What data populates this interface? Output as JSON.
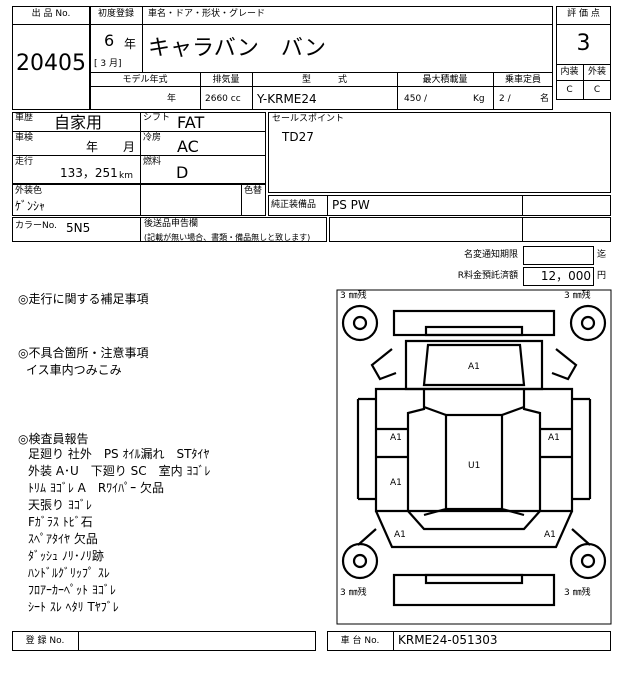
{
  "header": {
    "lot_label": "出 品 No.",
    "lot_number": "20405",
    "first_reg_label": "初度登録",
    "year": "6",
    "year_unit": "年",
    "month_text": "[ 3 月]",
    "name_label": "車名・ドア・形状・グレード",
    "car_name": "キャラバン　バン",
    "score_label": "評 価 点",
    "score": "3",
    "interior_label": "内装",
    "exterior_label": "外装",
    "interior_grade": "C",
    "exterior_grade": "C"
  },
  "specs": {
    "model_year_label": "モデル年式",
    "model_year_unit": "年",
    "displacement_label": "排気量",
    "displacement": "2660 cc",
    "type_label": "型　　　式",
    "type": "Y-KRME24",
    "max_load_label": "最大積載量",
    "max_load": "450 /",
    "max_load_unit": "Kg",
    "capacity_label": "乗車定員",
    "capacity": "2 /",
    "capacity_unit": "名"
  },
  "details": {
    "history_label": "車歴",
    "history": "自家用",
    "shift_label": "シフト",
    "shift": "FAT",
    "inspection_label": "車検",
    "inspection_year": "年",
    "inspection_month": "月",
    "ac_label": "冷房",
    "ac": "AC",
    "mileage_label": "走行",
    "mileage": "133，251",
    "mileage_unit": "km",
    "fuel_label": "燃料",
    "fuel": "D",
    "sales_label": "セールスポイント",
    "sales_text": "TD27",
    "ext_color_label": "外装色",
    "ext_color": "ｹﾞﾝｼｬ",
    "repaint_label": "色替",
    "equip_label": "純正装備品",
    "equip": "PS PW",
    "color_no_label": "カラーNo.",
    "color_no": "5N5",
    "docs_label": "後送品申告欄",
    "docs_note": "(記載が無い場合、書類・備品無しと致します)"
  },
  "fees": {
    "name_change_label": "名変通知期限",
    "name_change_unit": "迄",
    "recycle_label": "R料金預託済額",
    "recycle_value": "12，000",
    "recycle_unit": "円"
  },
  "notes": {
    "driving_title": "◎走行に関する補足事項",
    "defects_title": "◎不具合箇所・注意事項",
    "defects_text": "イス車内つみこみ",
    "inspector_title": "◎検査員報告",
    "inspector_lines": [
      "足廻り 社外　PS ｵｲﾙ漏れ　STﾀｲﾔ",
      "外装 A･U　下廻り SC　室内 ﾖｺﾞﾚ",
      "ﾄﾘﾑ ﾖｺﾞﾚ A　Rﾜｲﾊﾟｰ 欠品",
      "天張り ﾖｺﾞﾚ",
      "Fｶﾞﾗｽ ﾄﾋﾞ石",
      "ｽﾍﾟｱﾀｲﾔ 欠品",
      "ﾀﾞｯｼｭ ﾉﾘ･ﾉﾘ跡",
      "ﾊﾝﾄﾞﾙｸﾞﾘｯﾌﾟ ｽﾚ",
      "ﾌﾛｱｰｶｰﾍﾟｯﾄ ﾖｺﾞﾚ",
      "ｼｰﾄ ｽﾚ ﾍﾀﾘ Tﾔﾌﾞﾚ"
    ]
  },
  "diagram": {
    "tire_tl": "3 ㎜残",
    "tire_tr": "3 ㎜残",
    "tire_bl": "3 ㎜残",
    "tire_br": "3 ㎜残",
    "marks": {
      "hood": "A1",
      "left_door": "A1",
      "right_door": "A1",
      "left_rear": "A1",
      "roof": "U1",
      "left_qtr": "A1",
      "right_qtr": "A1"
    }
  },
  "footer": {
    "reg_label": "登 録 No.",
    "chassis_label": "車 台 No.",
    "chassis_no": "KRME24-051303"
  }
}
